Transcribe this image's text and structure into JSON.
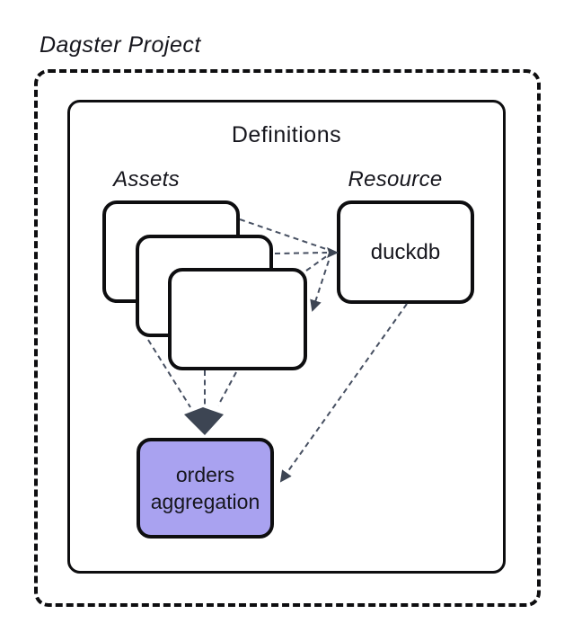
{
  "title": "Dagster Project",
  "definitions": {
    "label": "Definitions",
    "assets_label": "Assets",
    "resource_label": "Resource",
    "asset_cards_count": 3
  },
  "resource": {
    "name": "duckdb"
  },
  "asset": {
    "name": "orders aggregation"
  },
  "colors": {
    "background": "#ffffff",
    "border": "#0e0e10",
    "connector": "#475062",
    "arrowhead": "#3d4553",
    "asset_highlight": "#a9a2f0"
  }
}
